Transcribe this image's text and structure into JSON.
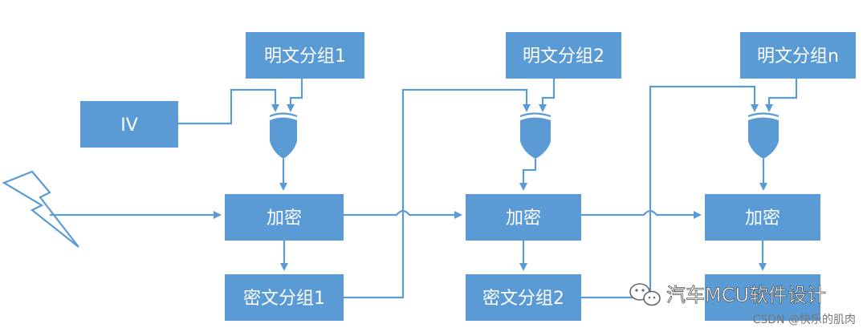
{
  "diagram": {
    "iv_label": "IV",
    "plaintext_blocks": [
      "明文分组1",
      "明文分组2",
      "明文分组n"
    ],
    "encrypt_label": "加密",
    "ciphertext_blocks": [
      "密文分组1",
      "密文分组2",
      ""
    ]
  },
  "watermark": {
    "wechat_account": "汽车MCU软件设计",
    "csdn_credit": "CSDN @快乐的肌肉"
  },
  "colors": {
    "box_fill": "#5b9bd5",
    "line": "#5b9bd5",
    "text_on_box": "#ffffff"
  }
}
